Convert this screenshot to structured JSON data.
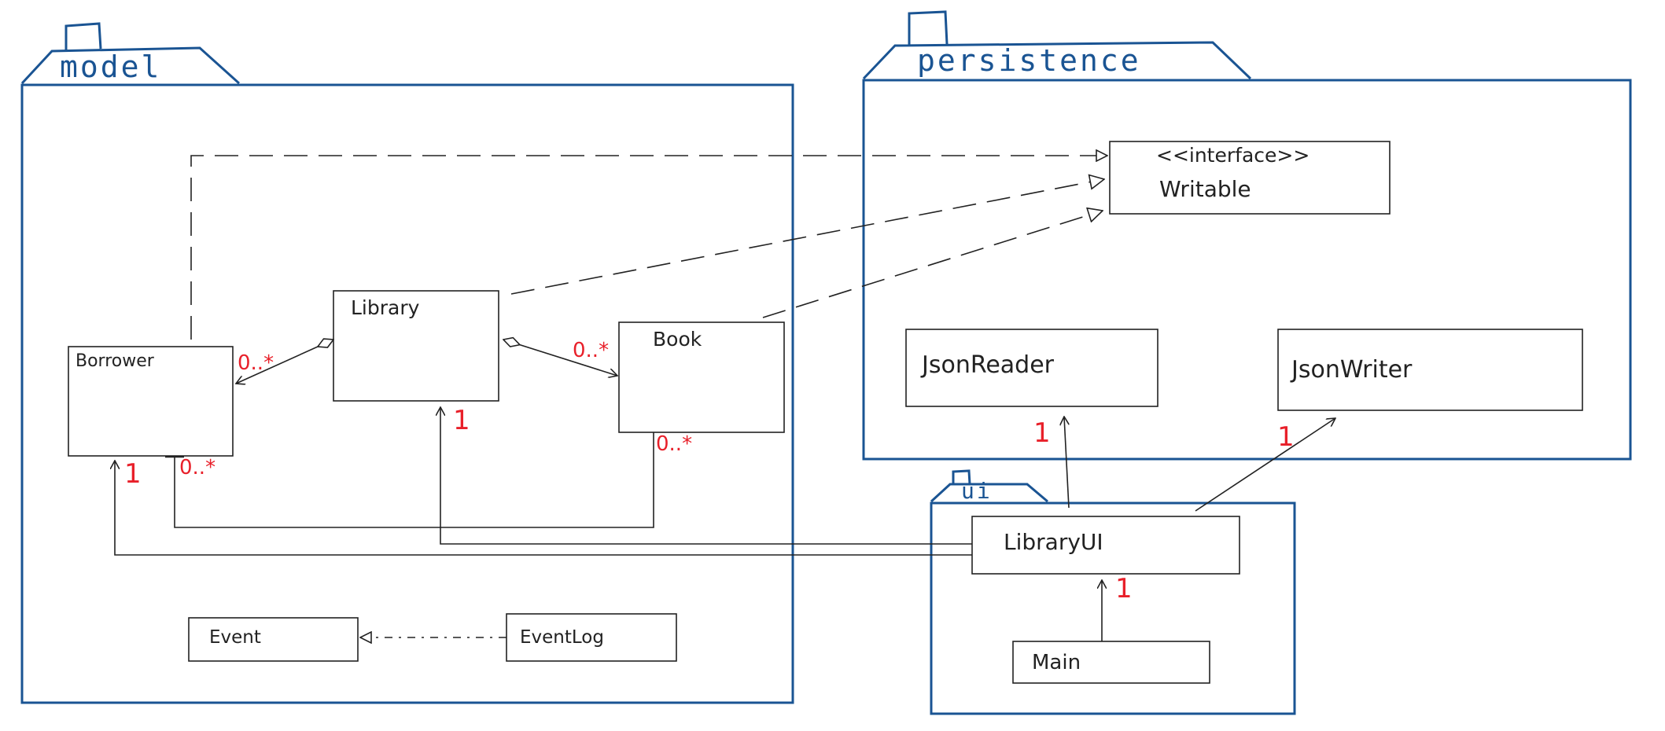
{
  "colors": {
    "package_border": "#1a5493",
    "class_border": "#222222",
    "multiplicity": "#e8202a",
    "background": "#ffffff"
  },
  "packages": {
    "model": "model",
    "persistence": "persistence",
    "ui": "ui"
  },
  "classes": {
    "writable_stereotype": "<<interface>>",
    "writable_name": "Writable",
    "library": "Library",
    "book": "Book",
    "borrower": "Borrower",
    "event": "Event",
    "event_log": "EventLog",
    "json_reader": "JsonReader",
    "json_writer": "JsonWriter",
    "library_ui": "LibraryUI",
    "main": "Main"
  },
  "multiplicities": {
    "library_borrower": "0..*",
    "library_book": "0..*",
    "library_ui_library": "1",
    "book_borrower": "0..*",
    "borrower_books": "0..*",
    "library_ui_borrower": "1",
    "library_ui_json_reader": "1",
    "library_ui_json_writer": "1",
    "main_library_ui": "1"
  }
}
